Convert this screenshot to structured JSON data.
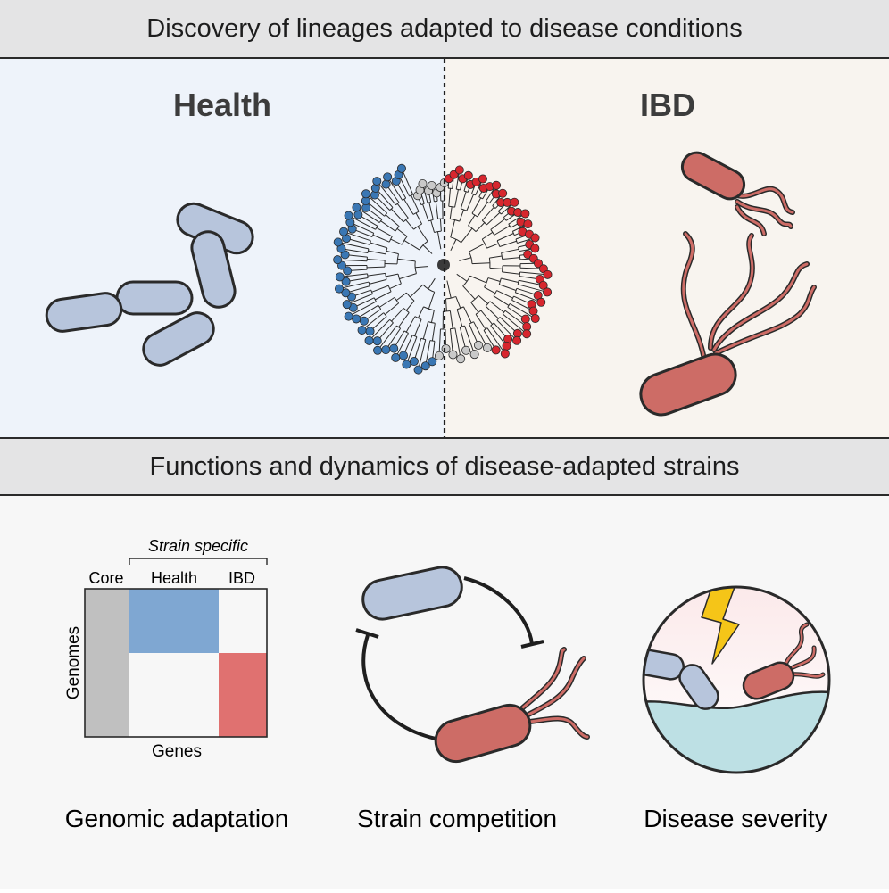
{
  "panel_top": {
    "title": "Discovery of lineages adapted to disease conditions",
    "left_label": "Health",
    "right_label": "IBD"
  },
  "panel_bottom": {
    "title": "Functions and dynamics of disease-adapted strains",
    "matrix": {
      "bracket_label": "Strain specific",
      "col_core": "Core",
      "col_health": "Health",
      "col_ibd": "IBD",
      "y_label": "Genomes",
      "x_label": "Genes"
    },
    "captions": {
      "genomic": "Genomic adaptation",
      "competition": "Strain competition",
      "severity": "Disease severity"
    }
  },
  "colors": {
    "health_bg": "#eef3fa",
    "ibd_bg": "#f8f4ef",
    "health_tip": "#3a77b4",
    "ibd_tip": "#d7262e",
    "neutral_tip": "#c9c9c9",
    "healthy_cell": "#b7c5dc",
    "ibd_cell": "#cd6c66",
    "matrix_core": "#c0c0c0",
    "matrix_health": "#7fa7d2",
    "matrix_ibd": "#e07170",
    "bolt": "#f5c518",
    "mucosa": "#bde0e4"
  }
}
